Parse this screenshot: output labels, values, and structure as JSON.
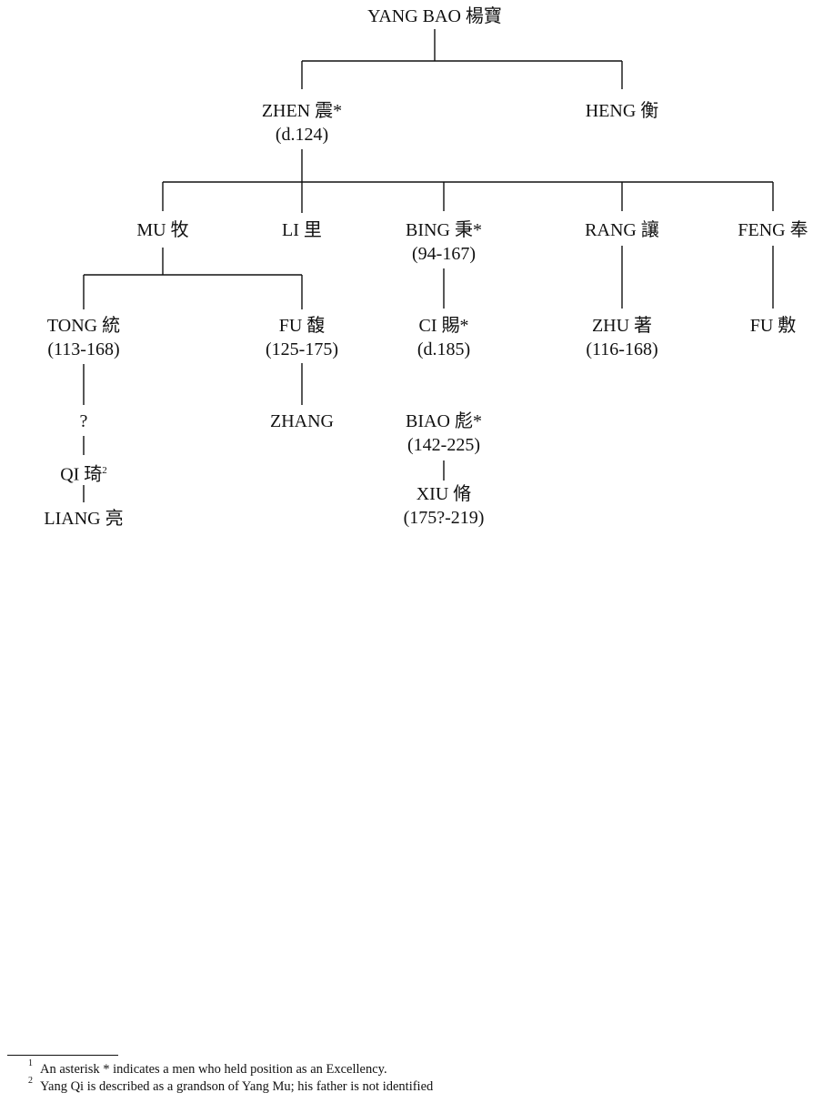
{
  "title": "Yang family genealogy",
  "nodes": [
    {
      "id": "yang-bao",
      "name": "YANG BAO 楊寶",
      "dates": null,
      "note": null
    },
    {
      "id": "zhen",
      "name": "ZHEN 震*",
      "dates": "(d.124)",
      "note": null
    },
    {
      "id": "heng",
      "name": "HENG 衡",
      "dates": null,
      "note": null
    },
    {
      "id": "mu",
      "name": "MU 牧",
      "dates": null,
      "note": null
    },
    {
      "id": "li",
      "name": "LI 里",
      "dates": null,
      "note": null
    },
    {
      "id": "bing",
      "name": "BING 秉*",
      "dates": "(94-167)",
      "note": null
    },
    {
      "id": "rang",
      "name": "RANG 讓",
      "dates": null,
      "note": null
    },
    {
      "id": "feng",
      "name": "FENG 奉",
      "dates": null,
      "note": null
    },
    {
      "id": "tong",
      "name": "TONG 統",
      "dates": "(113-168)",
      "note": null
    },
    {
      "id": "fu-mu",
      "name": "FU 馥",
      "dates": "(125-175)",
      "note": null
    },
    {
      "id": "ci",
      "name": "CI 賜*",
      "dates": "(d.185)",
      "note": null
    },
    {
      "id": "zhu",
      "name": "ZHU 著",
      "dates": "(116-168)",
      "note": null
    },
    {
      "id": "fu-feng",
      "name": "FU 敷",
      "dates": null,
      "note": null
    },
    {
      "id": "unknown",
      "name": "?",
      "dates": null,
      "note": null
    },
    {
      "id": "zhang",
      "name": "ZHANG",
      "dates": null,
      "note": null
    },
    {
      "id": "biao",
      "name": "BIAO 彪*",
      "dates": "(142-225)",
      "note": null
    },
    {
      "id": "qi",
      "name": "QI 琦",
      "dates": null,
      "note": "2"
    },
    {
      "id": "xiu",
      "name": "XIU 脩",
      "dates": "(175?-219)",
      "note": null
    },
    {
      "id": "liang",
      "name": "LIANG 亮",
      "dates": null,
      "note": null
    }
  ],
  "footnotes": [
    {
      "num": "1",
      "text": "An asterisk * indicates a men who held position as an Excellency."
    },
    {
      "num": "2",
      "text": "Yang Qi is described as a grandson of Yang Mu; his father is not identified"
    }
  ]
}
